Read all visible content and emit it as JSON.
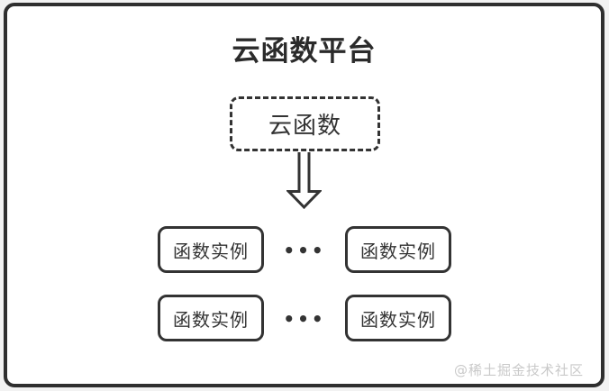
{
  "diagram": {
    "title": "云函数平台",
    "cloud_function": {
      "label": "云函数"
    },
    "rows": [
      {
        "left_label": "函数实例",
        "dots": "•••",
        "right_label": "函数实例"
      },
      {
        "left_label": "函数实例",
        "dots": "•••",
        "right_label": "函数实例"
      }
    ],
    "watermark": "@稀土掘金技术社区"
  },
  "colors": {
    "stroke": "#333333",
    "outer_border": "#2f2f2f",
    "title_text": "#2b2b2b",
    "watermark_text": "#c9c9c9",
    "canvas_background": "#ffffff",
    "page_background": "#f2f2f2"
  },
  "icons": {
    "down_arrow": "down-arrow-icon"
  }
}
